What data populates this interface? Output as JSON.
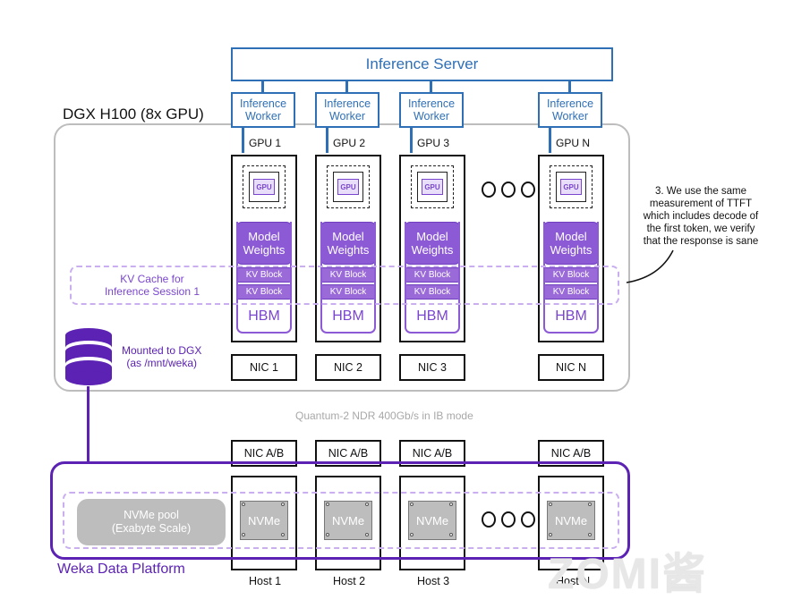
{
  "inference_server": "Inference Server",
  "dgx_label": "DGX H100 (8x GPU)",
  "worker_label": "Inference\nWorker",
  "gpus": [
    {
      "label": "GPU 1",
      "nic": "NIC 1",
      "host": "Host 1"
    },
    {
      "label": "GPU 2",
      "nic": "NIC 2",
      "host": "Host 2"
    },
    {
      "label": "GPU 3",
      "nic": "NIC 3",
      "host": "Host 3"
    },
    {
      "label": "GPU N",
      "nic": "NIC N",
      "host": "Host N"
    }
  ],
  "chip_text": "GPU",
  "model_weights": "Model\nWeights",
  "kv_block": "KV Block",
  "hbm": "HBM",
  "kv_cache_label": "KV Cache for\nInference Session 1",
  "annotation": "3. We use the same\nmeasurement of TTFT\nwhich includes decode of\nthe first token, we verify\nthat the response is sane",
  "mounted_label": "Mounted to DGX\n(as /mnt/weka)",
  "network_label": "Quantum-2 NDR 400Gb/s in IB mode",
  "nic_ab": "NIC A/B",
  "nvme": "NVMe",
  "nvme_pool": "NVMe pool\n(Exabyte Scale)",
  "weka_label": "Weka Data Platform",
  "watermark": "ZOMI酱",
  "colors": {
    "blue": "#2f6fb6",
    "purple": "#8d5ad6",
    "dark_purple": "#5b22b3",
    "gray": "#bdbdbd"
  }
}
